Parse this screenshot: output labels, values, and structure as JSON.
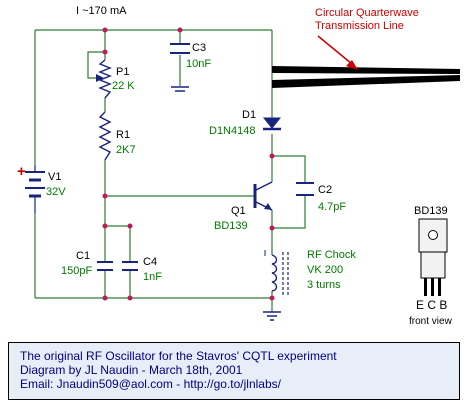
{
  "current_label": "I ~170 mA",
  "transmission_line": {
    "line1": "Circular Quarterwave",
    "line2": "Transmission Line"
  },
  "colors": {
    "wire": "#2e7d32",
    "component": "#1a237e",
    "label_green": "#007a00",
    "label_black": "#000000",
    "label_red": "#cc0000",
    "node": "#c2185b",
    "info_text": "#000080"
  },
  "components": {
    "c3": {
      "name": "C3",
      "value": "10nF"
    },
    "p1": {
      "name": "P1",
      "value": "22 K"
    },
    "r1": {
      "name": "R1",
      "value": "2K7"
    },
    "d1": {
      "name": "D1",
      "value": "D1N4148"
    },
    "v1": {
      "name": "V1",
      "value": "32V",
      "polarity": "+"
    },
    "c2": {
      "name": "C2",
      "value": "4.7pF"
    },
    "q1": {
      "name": "Q1",
      "value": "BD139"
    },
    "c1": {
      "name": "C1",
      "value": "150pF"
    },
    "c4": {
      "name": "C4",
      "value": "1nF"
    },
    "rfc": {
      "name": "RF Chock",
      "value": "VK 200",
      "detail": "3 turns"
    }
  },
  "package": {
    "title": "BD139",
    "pins": "E C B",
    "caption": "front view"
  },
  "info": {
    "line1": "The original RF Oscillator for the Stavros' CQTL experiment",
    "line2": "Diagram by JL Naudin - March 18th, 2001",
    "line3": "Email: Jnaudin509@aol.com - http://go.to/jlnlabs/"
  }
}
